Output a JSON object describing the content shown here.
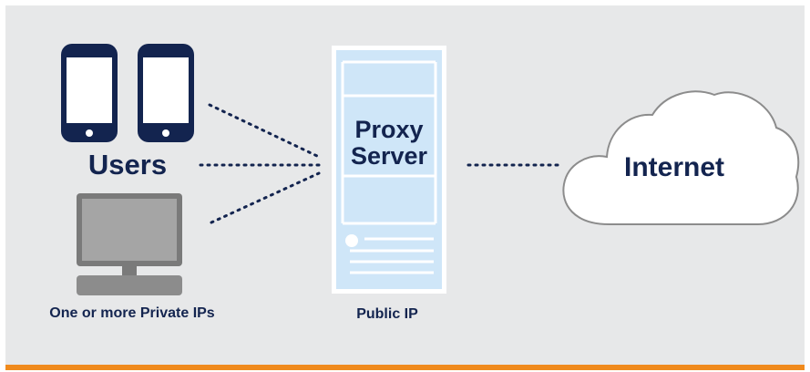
{
  "nodes": {
    "users": {
      "label": "Users"
    },
    "private_ips": {
      "label": "One or more Private IPs"
    },
    "proxy": {
      "label_line1": "Proxy",
      "label_line2": "Server"
    },
    "public_ip": {
      "label": "Public IP"
    },
    "internet": {
      "label": "Internet"
    }
  },
  "colors": {
    "background": "#e7e8e9",
    "accent_bar": "#f08a1c",
    "navy": "#13244f",
    "server_fill": "#cfe6f8",
    "monitor_gray": "#8c8c8c"
  },
  "icons": [
    "smartphone-icon",
    "smartphone-icon",
    "desktop-computer-icon",
    "server-tower-icon",
    "cloud-icon"
  ],
  "edges": [
    {
      "from": "users",
      "to": "proxy",
      "style": "dotted"
    },
    {
      "from": "users",
      "to": "proxy",
      "style": "dotted"
    },
    {
      "from": "private_ips",
      "to": "proxy",
      "style": "dotted"
    },
    {
      "from": "proxy",
      "to": "internet",
      "style": "dotted"
    }
  ]
}
